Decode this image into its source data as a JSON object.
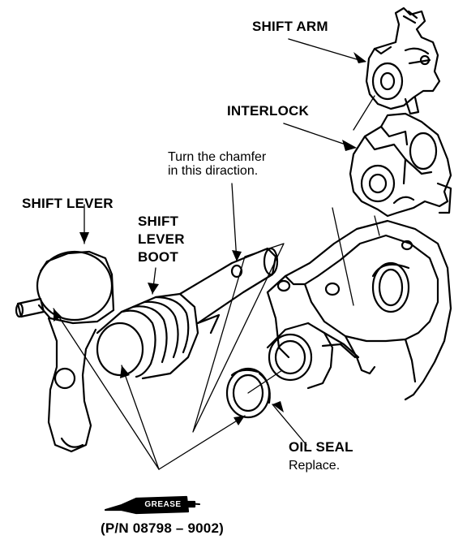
{
  "labels": {
    "shift_arm": "SHIFT ARM",
    "interlock": "INTERLOCK",
    "chamfer_note": [
      "Turn the chamfer",
      "in this diraction."
    ],
    "shift_lever": "SHIFT LEVER",
    "shift_lever_boot": [
      "SHIFT",
      "LEVER",
      "BOOT"
    ],
    "oil_seal": "OIL SEAL",
    "oil_seal_note": "Replace.",
    "grease": "GREASE",
    "part_number": "(P/N 08798 – 9002)"
  }
}
